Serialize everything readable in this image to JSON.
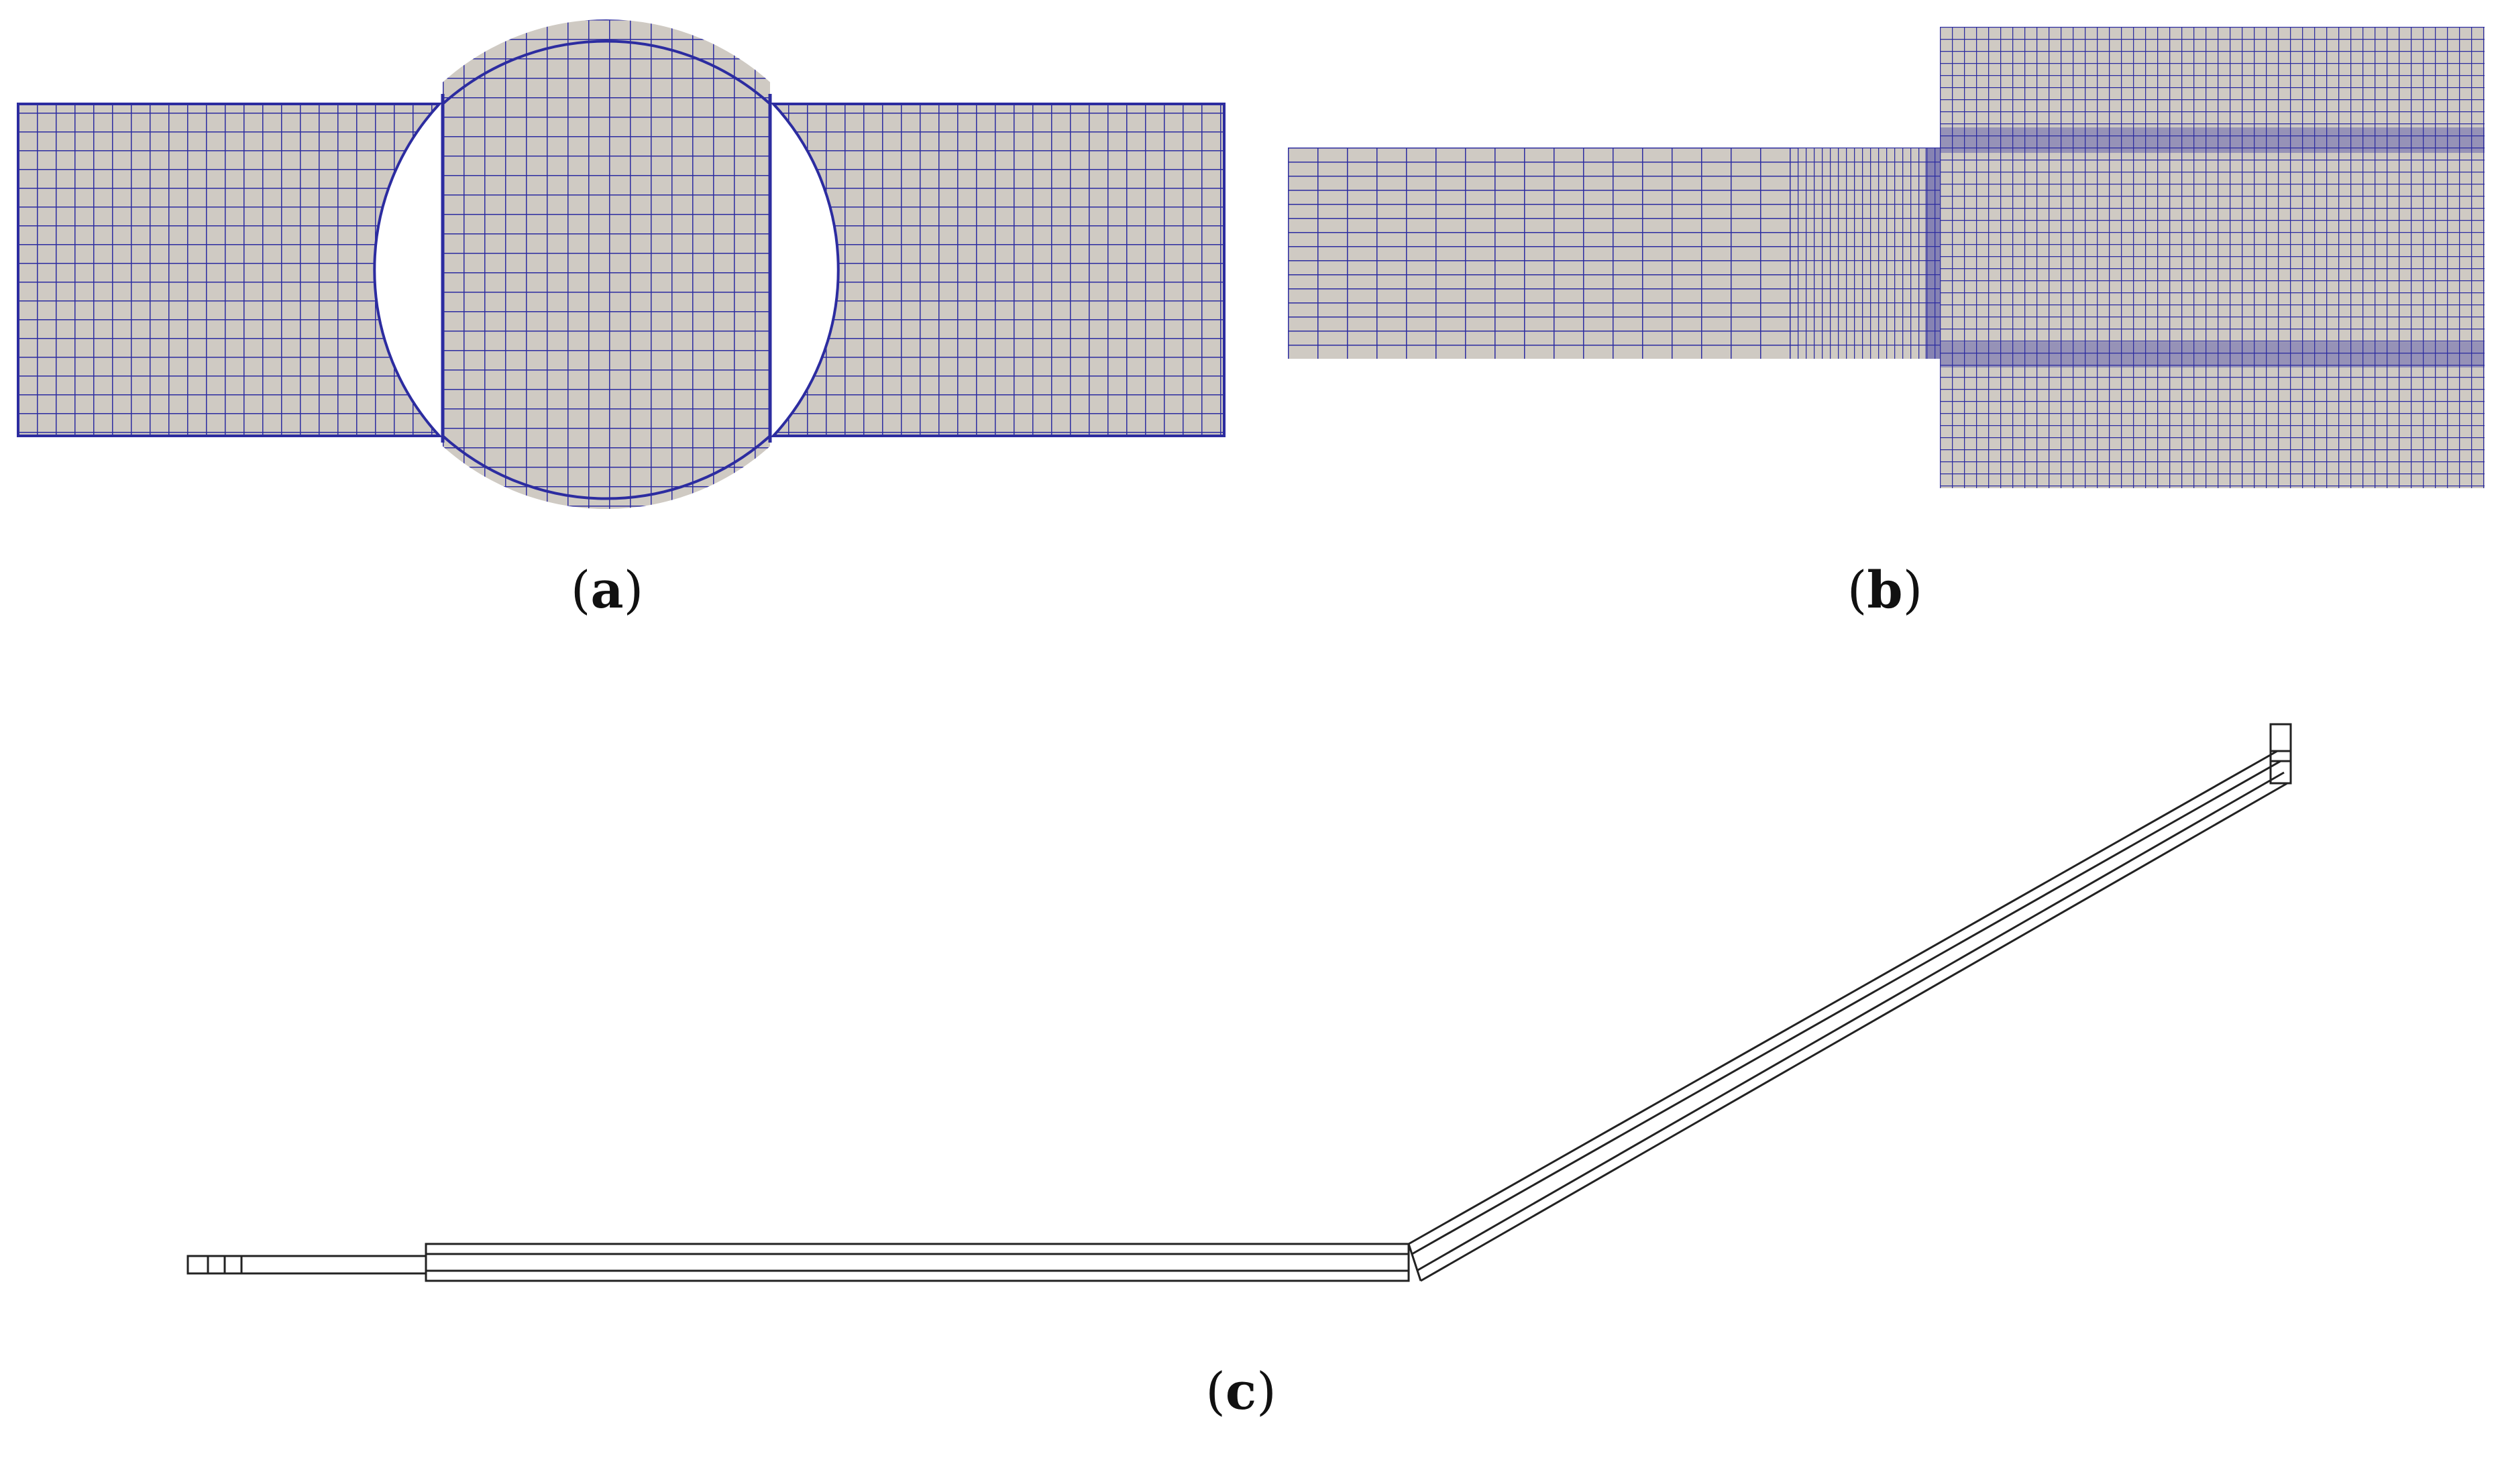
{
  "panels": [
    {
      "id": "a",
      "caption_open": "(",
      "caption_letter": "a",
      "caption_close": ")"
    },
    {
      "id": "b",
      "caption_open": "(",
      "caption_letter": "b",
      "caption_close": ")"
    },
    {
      "id": "c",
      "caption_open": "(",
      "caption_letter": "c",
      "caption_close": ")"
    }
  ],
  "colors": {
    "mesh_fill": "#cfcac3",
    "mesh_line": "#2c2ca0",
    "outline": "#222222",
    "background": "#ffffff"
  }
}
